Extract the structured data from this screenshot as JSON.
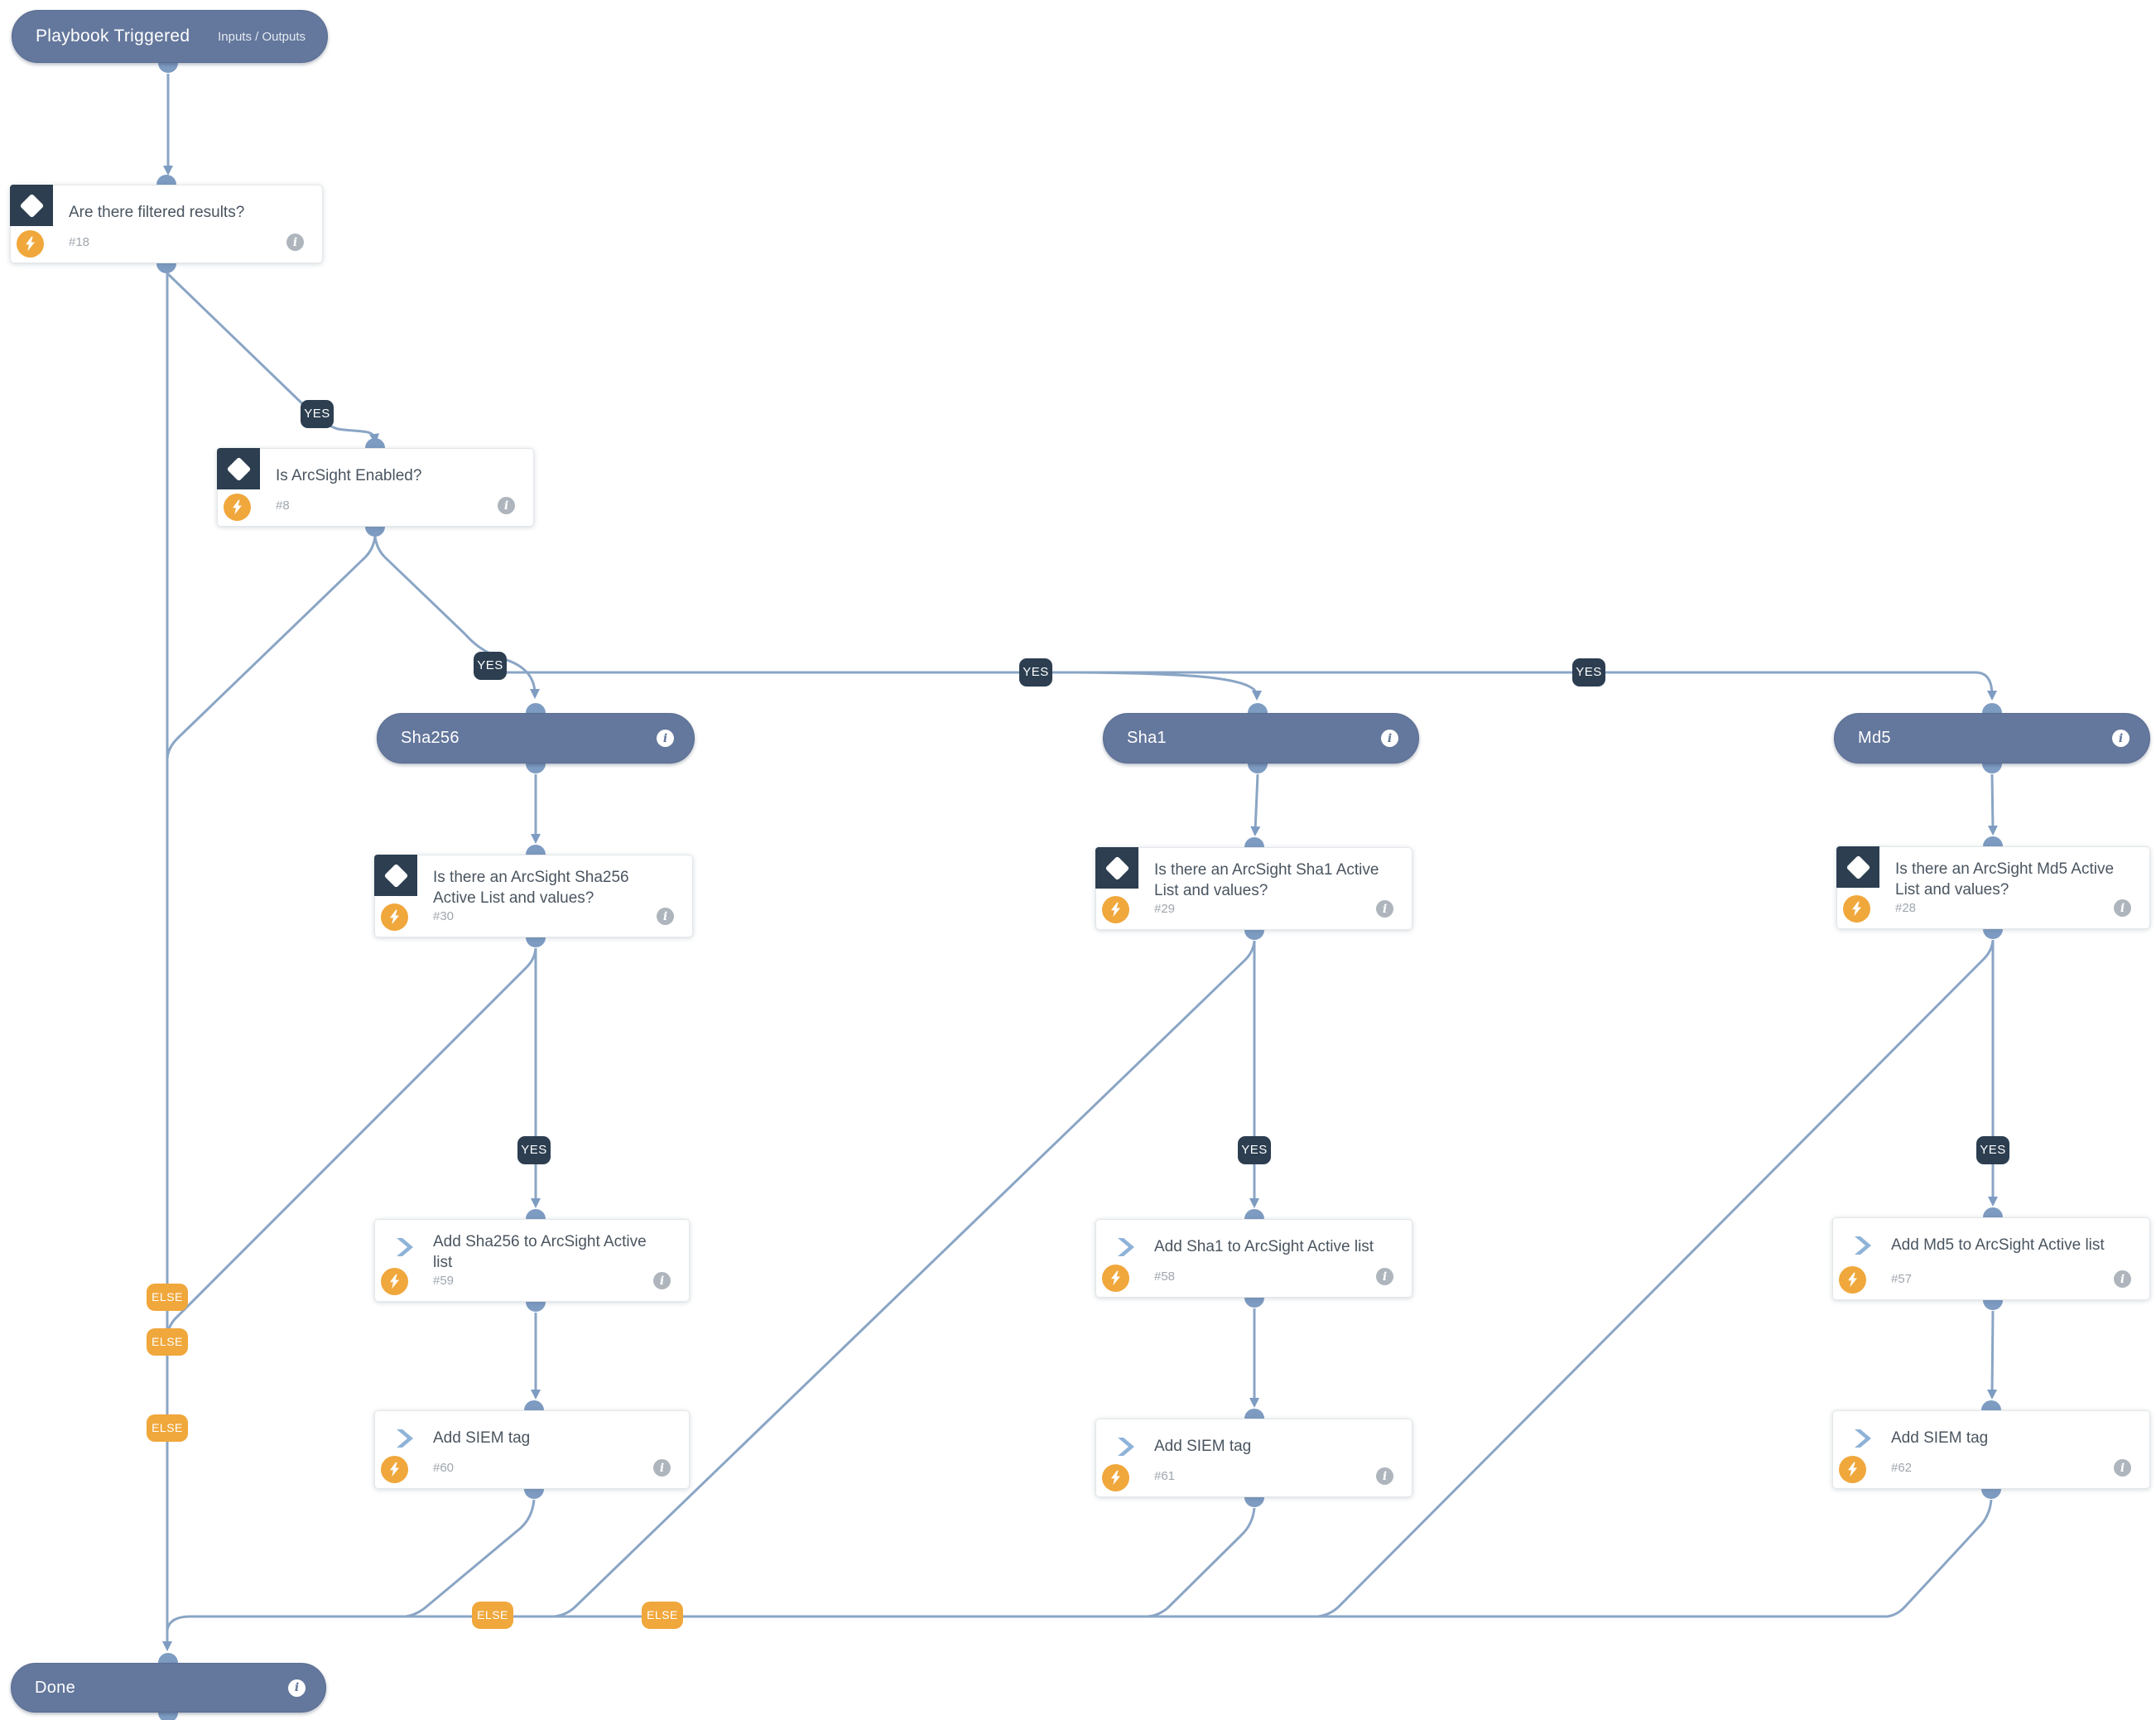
{
  "colors": {
    "header_blue": "#64779C",
    "dark_navy": "#2C3E50",
    "orange": "#F0A73B",
    "line_blue": "#8AA5C5",
    "node_title": "#4A5560"
  },
  "start": {
    "title": "Playbook Triggered",
    "io_label": "Inputs / Outputs"
  },
  "end": {
    "title": "Done"
  },
  "sections": [
    {
      "title": "Sha256"
    },
    {
      "title": "Sha1"
    },
    {
      "title": "Md5"
    }
  ],
  "conditions": [
    {
      "title": "Are there filtered results?",
      "number": "#18"
    },
    {
      "title": "Is ArcSight Enabled?",
      "number": "#8"
    },
    {
      "title": "Is there an ArcSight Sha256 Active List and values?",
      "number": "#30"
    },
    {
      "title": "Is there an ArcSight Sha1 Active List and values?",
      "number": "#29"
    },
    {
      "title": "Is there an ArcSight Md5 Active List and values?",
      "number": "#28"
    }
  ],
  "tasks": [
    {
      "title": "Add Sha256 to ArcSight Active list",
      "number": "#59"
    },
    {
      "title": "Add Sha1 to ArcSight Active list",
      "number": "#58"
    },
    {
      "title": "Add Md5 to ArcSight Active list",
      "number": "#57"
    },
    {
      "title": "Add SIEM tag",
      "number": "#60"
    },
    {
      "title": "Add SIEM tag",
      "number": "#61"
    },
    {
      "title": "Add SIEM tag",
      "number": "#62"
    }
  ],
  "edge_labels": {
    "yes": "YES",
    "else": "ELSE"
  }
}
